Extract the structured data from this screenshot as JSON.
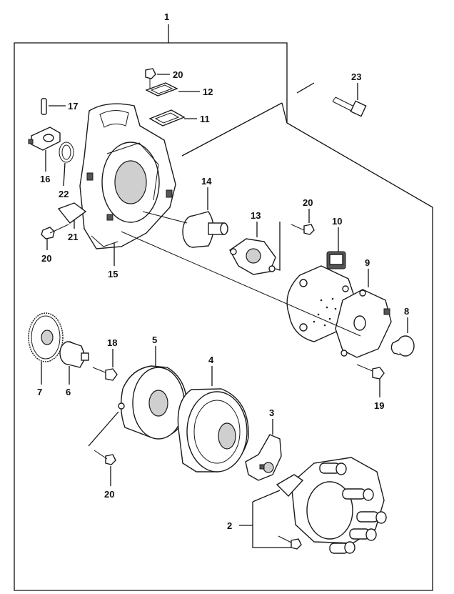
{
  "callouts": {
    "c1": "1",
    "c2": "2",
    "c3": "3",
    "c4": "4",
    "c5": "5",
    "c6": "6",
    "c7": "7",
    "c8": "8",
    "c9": "9",
    "c10": "10",
    "c11": "11",
    "c12": "12",
    "c13": "13",
    "c14": "14",
    "c15": "15",
    "c16": "16",
    "c17": "17",
    "c18": "18",
    "c19": "19",
    "c20a": "20",
    "c20b": "20",
    "c20c": "20",
    "c20d": "20",
    "c21": "21",
    "c22": "22",
    "c23": "23"
  },
  "colors": {
    "ink": "#111111",
    "background": "#ffffff",
    "shade": "#cfcfcf"
  }
}
